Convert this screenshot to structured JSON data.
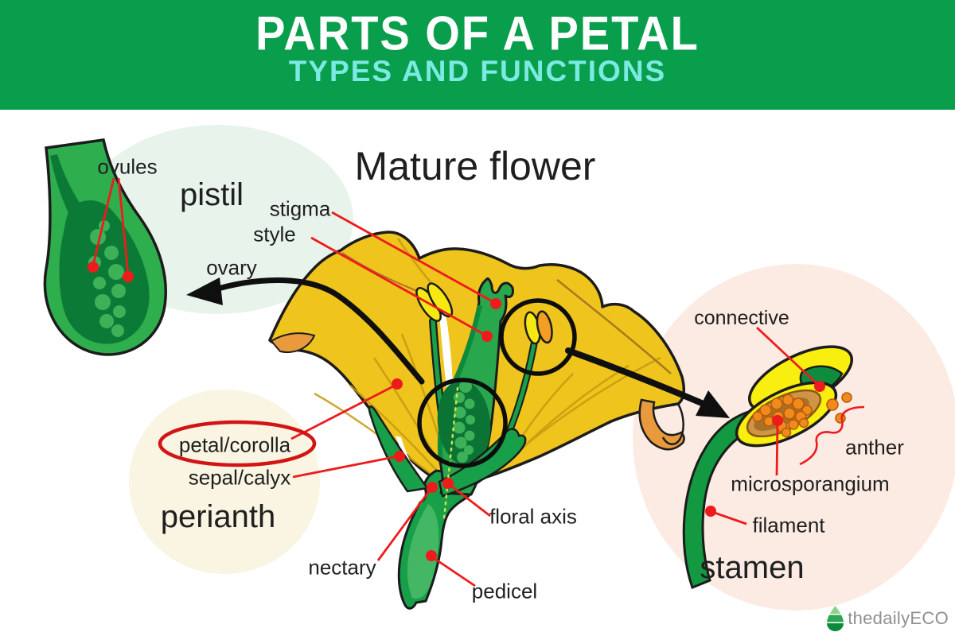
{
  "header": {
    "title": "PARTS OF A PETAL",
    "subtitle": "TYPES AND FUNCTIONS",
    "bg_color": "#089e4c",
    "title_color": "#ffffff",
    "subtitle_color": "#7ce9e2"
  },
  "diagram": {
    "main_title": "Mature flower",
    "sections": {
      "pistil": "pistil",
      "perianth": "perianth",
      "stamen": "stamen"
    },
    "labels": {
      "ovules": "ovules",
      "stigma": "stigma",
      "style": "style",
      "ovary": "ovary",
      "petal_corolla": "petal/corolla",
      "sepal_calyx": "sepal/calyx",
      "nectary": "nectary",
      "floral_axis": "floral axis",
      "pedicel": "pedicel",
      "connective": "connective",
      "anther": "anther",
      "microsporangium": "microsporangium",
      "filament": "filament"
    },
    "colors": {
      "leader_red": "#ee1b1d",
      "petal_yellow": "#eec41d",
      "petal_shade_orange": "#e89a3d",
      "plant_green": "#17a049",
      "dark_green": "#0c7a37",
      "anther_yellow": "#f8ee10",
      "pollen_orange": "#f18a1e",
      "pistil_bg": "#e8f4eb",
      "perianth_bg": "#f9f5e2",
      "stamen_bg": "#fcebe3"
    }
  },
  "footer": {
    "logo_text": "thedailyECO"
  }
}
